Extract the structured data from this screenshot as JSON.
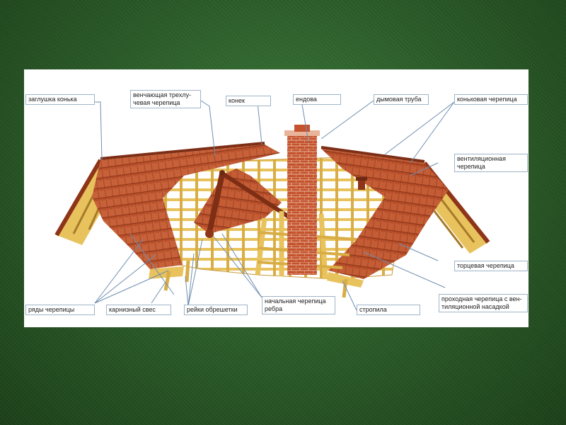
{
  "labels": {
    "ridge_cap_plug": "заглушка конька",
    "three_way_ridge_tile": "венчающая трехлу-\nчевая черепица",
    "ridge": "конек",
    "valley": "ендова",
    "chimney": "дымовая труба",
    "ridge_tile": "коньковая черепица",
    "ventilation_tile": "вентиляционная\nчерепица",
    "verge_tile": "торцевая черепица",
    "pass_through_tile": "проходная черепица с вен-\nтиляционной насадкой",
    "tile_rows": "ряды черепицы",
    "eaves_overhang": "карнизный свес",
    "battens": "рейки обрешетки",
    "hip_starter_tile": "начальная черепица\nребра",
    "rafters": "стропила"
  },
  "colors": {
    "tile": "#b8502a",
    "tile_dark": "#8e3519",
    "wood": "#e8c25c",
    "wood_dark": "#c89a3a",
    "chimney": "#c4532e",
    "leader_line": "#6f8fb0",
    "background": "#2c5e2a"
  }
}
